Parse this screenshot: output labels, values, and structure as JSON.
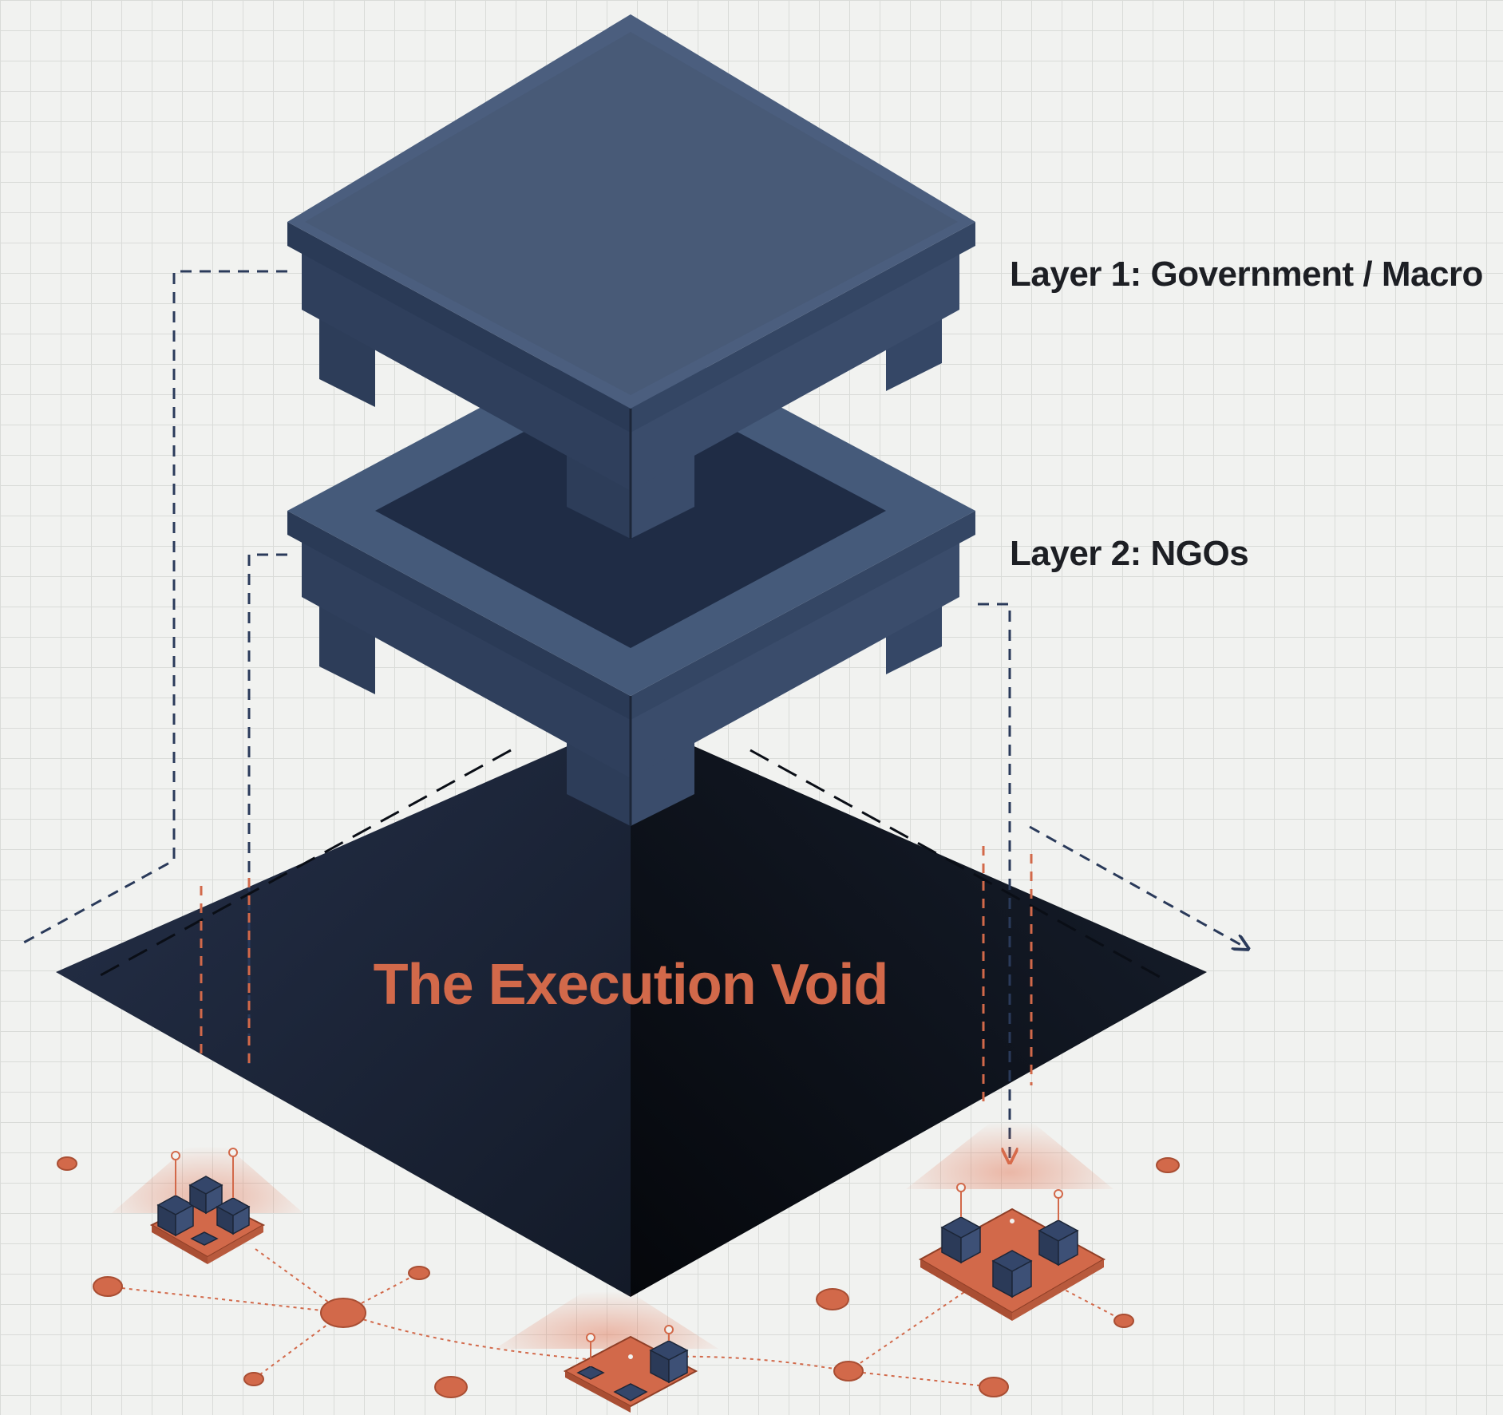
{
  "labels": {
    "layer1": "Layer 1: Government / Macro",
    "layer2": "Layer 2: NGOs",
    "void": "The Execution Void"
  },
  "colors": {
    "block_top": "#485a77",
    "block_side_left": "#2f3f5c",
    "block_side_right": "#3a4c6b",
    "void_left": "#1b2436",
    "void_right": "#0d121c",
    "accent": "#d2694a",
    "dash_navy": "#2a3a5a",
    "label_text": "#1d1f24"
  },
  "icons": {
    "layer_block": "isometric-block-icon",
    "community_node": "circuit-cluster-icon",
    "network_dot": "node-dot-icon"
  }
}
